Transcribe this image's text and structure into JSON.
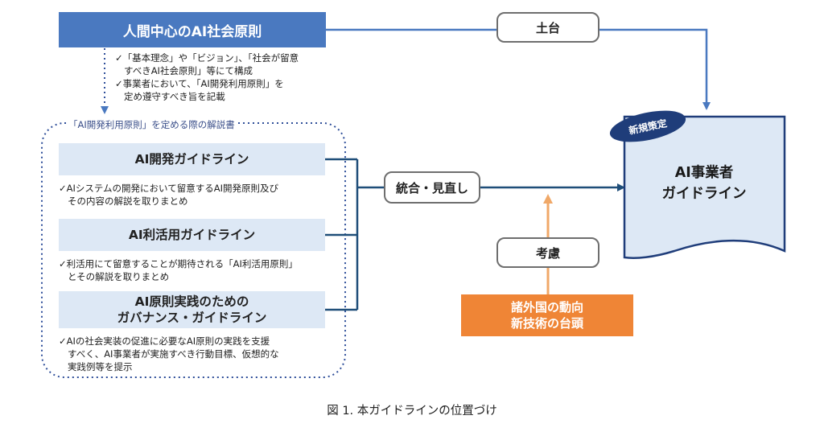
{
  "principles": {
    "title": "人間中心のAI社会原則",
    "notes": [
      "✓「基本理念」や「ビジョン」、「社会が留意",
      "すべきAI社会原則」等にて構成",
      "✓事業者において、「AI開発利用原則」を",
      "定め遵守すべき旨を記載"
    ]
  },
  "explainer_label": "「AI開発利用原則」を定める際の解説書",
  "guidelines": [
    {
      "title_lines": [
        "AI開発ガイドライン"
      ],
      "desc_lines": [
        "✓AIシステムの開発において留意するAI開発原則及び",
        "その内容の解説を取りまとめ"
      ]
    },
    {
      "title_lines": [
        "AI利活用ガイドライン"
      ],
      "desc_lines": [
        "✓利活用にて留意することが期待される「AI利活用原則」",
        "とその解説を取りまとめ"
      ]
    },
    {
      "title_lines": [
        "AI原則実践のための",
        "ガバナンス・ガイドライン"
      ],
      "desc_lines": [
        "✓AIの社会実装の促進に必要なAI原則の実践を支援",
        "すべく、AI事業者が実施すべき行動目標、仮想的な",
        "実践例等を提示"
      ]
    }
  ],
  "foundation_label": "土台",
  "integration_label": "統合・見直し",
  "consideration_label": "考慮",
  "trends": [
    "諸外国の動向",
    "新技術の台頭"
  ],
  "new_doc": {
    "badge": "新規策定",
    "title_lines": [
      "AI事業者",
      "ガイドライン"
    ]
  },
  "caption": "図 1. 本ガイドラインの位置づけ",
  "colors": {
    "principle_blue": "#4a79c0",
    "guideline_fill": "#dde8f5",
    "connector": "#1f4e79",
    "trend_orange": "#ef8536",
    "arrow_orange": "#f0a868",
    "badge_navy": "#1f3d7a"
  }
}
